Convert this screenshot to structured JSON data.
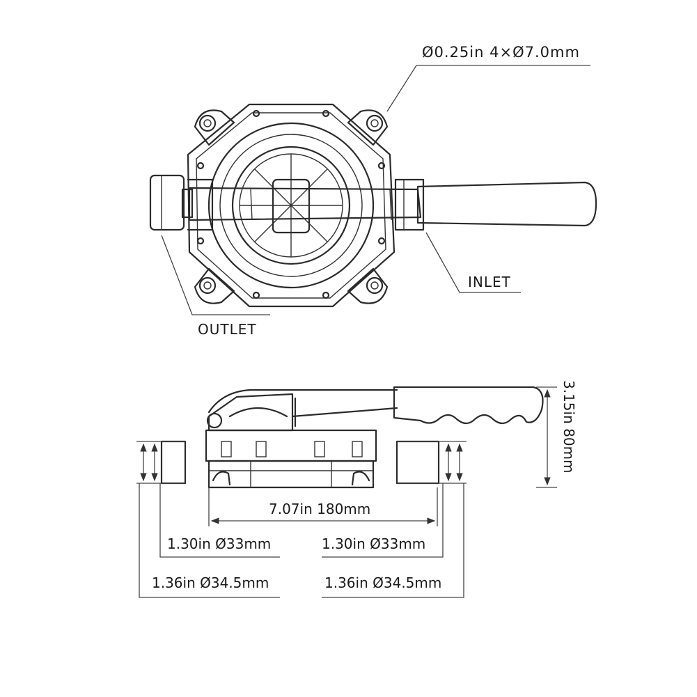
{
  "labels": {
    "mounting_spec": "Ø0.25in  4×Ø7.0mm",
    "inlet": "INLET",
    "outlet": "OUTLET",
    "height": "3.15in  80mm",
    "width": "7.07in  180mm",
    "inner_left": "1.30in  Ø33mm",
    "inner_right": "1.30in  Ø33mm",
    "outer_left": "1.36in  Ø34.5mm",
    "outer_right": "1.36in  Ø34.5mm"
  },
  "colors": {
    "line": "#2b2b2b",
    "background": "#ffffff"
  }
}
